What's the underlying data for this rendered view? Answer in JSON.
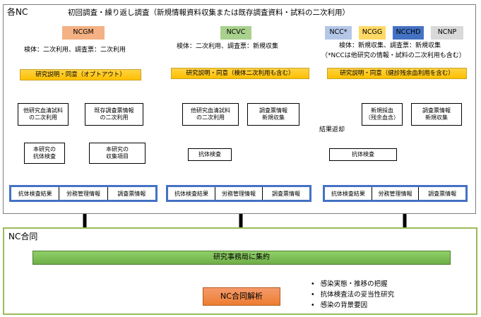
{
  "top_panel": {
    "title": "各NC",
    "heading": "初回調査・繰り返し調査（新規情報資料収集または既存調査資料・試料の二次利用）"
  },
  "ncgm": {
    "tag": "NCGM",
    "sample": "検体：二次利用、調査票：二次利用",
    "consent": "研究説明・同意（オプトアウト）",
    "box1": "他研究血清試料\nの二次利用",
    "box2": "既存調査票情報\nの二次利用",
    "box3": "本研究の\n抗体検査",
    "box4": "本研究の\n収集項目",
    "row": [
      "抗体検査結果",
      "労務管理情報",
      "調査票情報"
    ]
  },
  "ncvc": {
    "tag": "NCVC",
    "sample": "検体：二次利用、調査票：新規収集",
    "consent": "研究説明・同意（検体二次利用も含む）",
    "box1": "他研究血清試料\nの二次利用",
    "box2": "調査票情報\n新規収集",
    "box3": "抗体検査",
    "row": [
      "抗体検査結果",
      "労務管理情報",
      "調査票情報"
    ]
  },
  "other_nc": {
    "tags": [
      "NCC*",
      "NCGG",
      "NCCHD",
      "NCNP"
    ],
    "tag_colors": [
      "#b4c7e7",
      "#ffd966",
      "#4472c4",
      "#d9d9d9"
    ],
    "sample": "検体：新規収集、調査票：新規収集",
    "note": "（*NCCは他研究の情報・試料の二次利用も含む）",
    "consent": "研究説明・同意（健診残余血利用を含む）",
    "return_label": "結果返却",
    "box1": "新規採血\n（残余血含）",
    "box2": "調査票情報\n新規収集",
    "box3": "抗体検査",
    "row": [
      "抗体検査結果",
      "労務管理情報",
      "調査票情報"
    ]
  },
  "bottom_panel": {
    "title": "NC合同",
    "collect": "研究事務局に集約",
    "analysis": "NC合同解析",
    "bullets": [
      "感染実態・推移の把握",
      "抗体検査法の妥当性研究",
      "感染の背景要因"
    ]
  },
  "colors": {
    "ncgm_tag": "#f4b183",
    "ncvc_tag": "#a9d18e",
    "row_border": "#4472c4",
    "bottom_border": "#9bbb59",
    "consent": "#ffc000",
    "collect": "#70ad47",
    "analysis": "#ed7d31"
  }
}
